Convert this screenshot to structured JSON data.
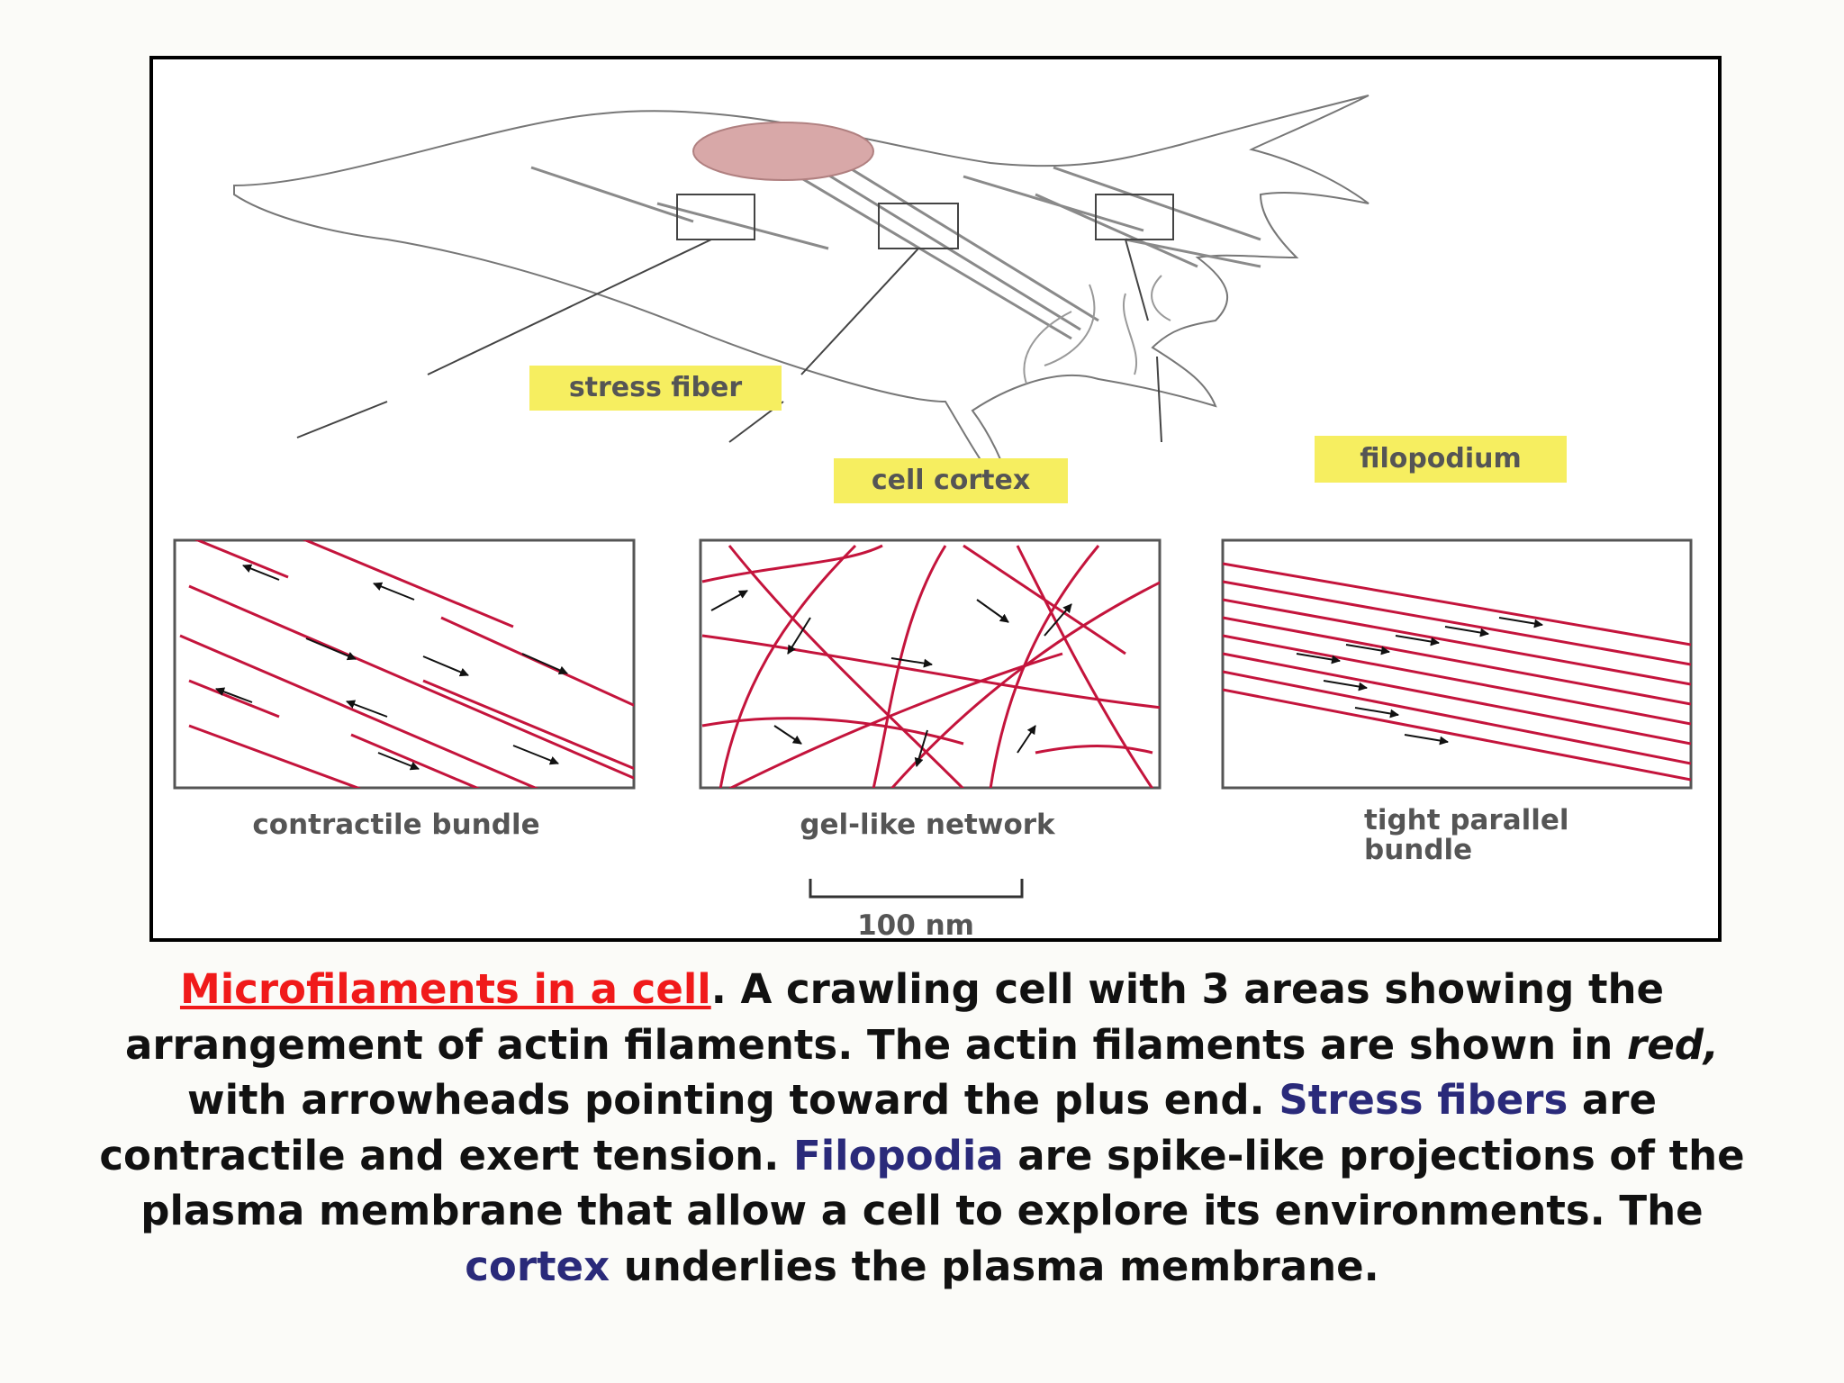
{
  "diagram": {
    "labels": {
      "stress_fiber": "stress fiber",
      "cell_cortex": "cell cortex",
      "filopodium": "filopodium"
    },
    "panels": {
      "left": "contractile bundle",
      "middle": "gel-like network",
      "right_line1": "tight parallel",
      "right_line2": "bundle"
    },
    "scale_bar": "100 nm",
    "colors": {
      "actin": "#c4143c",
      "label_bg": "#f6ee60",
      "nucleus": "#d8a8a8"
    }
  },
  "caption": {
    "title": "Microfilaments in a cell",
    "t1": ". A crawling cell with  3 areas showing the arrangement of actin filaments. The actin filaments are shown in ",
    "red": "red,",
    "t2": " with arrowheads pointing toward the plus end. ",
    "stress_fibers": "Stress fibers",
    "t3": " are contractile and exert tension. ",
    "filopodia": "Filopodia",
    "t4": " are spike-like projections of the plasma membrane that allow a cell to explore its environments. The ",
    "cortex": "cortex",
    "t5": " underlies the plasma membrane.",
    "colors": {
      "title": "#f01a1a",
      "terms": "#2a2a7a"
    }
  }
}
